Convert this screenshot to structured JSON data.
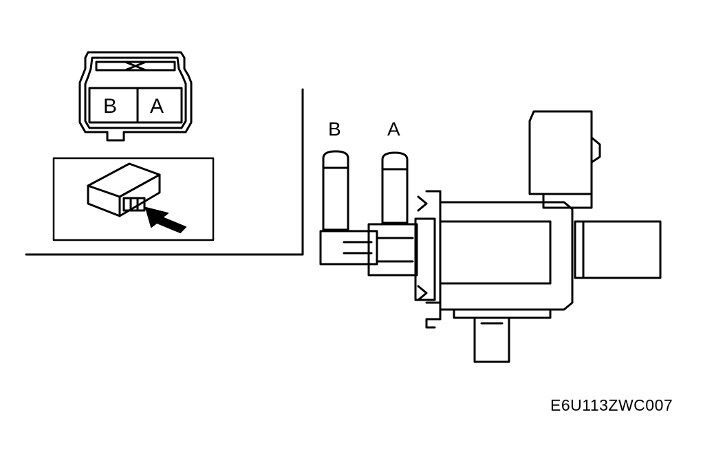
{
  "connector": {
    "pin_b": "B",
    "pin_a": "A"
  },
  "solenoid": {
    "port_b": "B",
    "port_a": "A"
  },
  "figure_code": "E6U113ZWC007",
  "colors": {
    "ink": "#000000",
    "paper": "#ffffff"
  }
}
